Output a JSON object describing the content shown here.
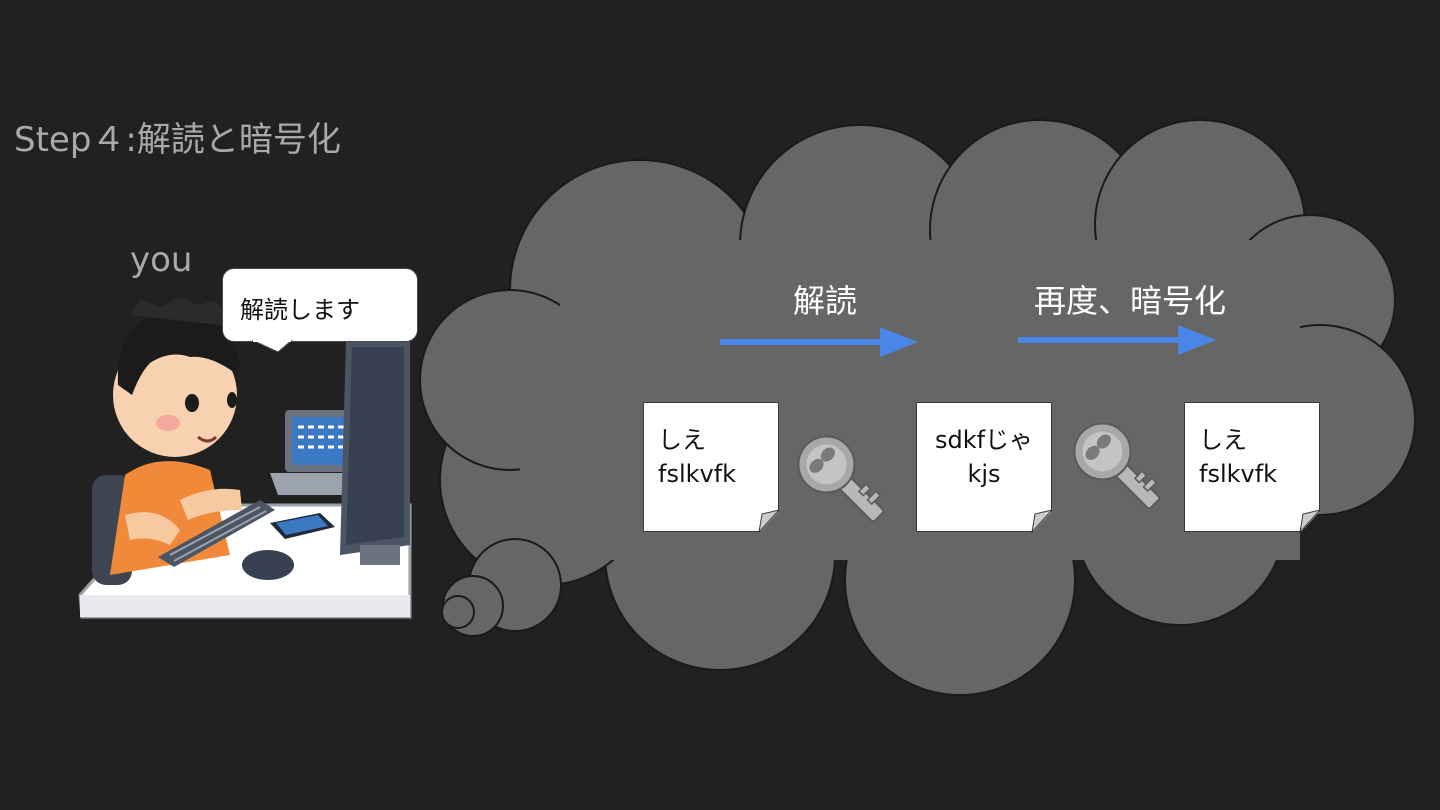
{
  "slide": {
    "title": "Step４:解読と暗号化"
  },
  "person": {
    "label": "you",
    "speech": "解読します"
  },
  "thought": {
    "arrow_labels": {
      "decode": "解読",
      "reencrypt": "再度、暗号化"
    },
    "documents": [
      {
        "line1": "しえ",
        "line2": "fslkvfk"
      },
      {
        "line1": "sdkfじゃ",
        "line2": "kjs"
      },
      {
        "line1": "しえ",
        "line2": "fslkvfk"
      }
    ],
    "icons": [
      "key-icon",
      "key-icon"
    ]
  },
  "colors": {
    "background": "#212121",
    "cloud_fill": "#666666",
    "arrow": "#4a86e8",
    "text_muted": "#a9a9a9"
  }
}
